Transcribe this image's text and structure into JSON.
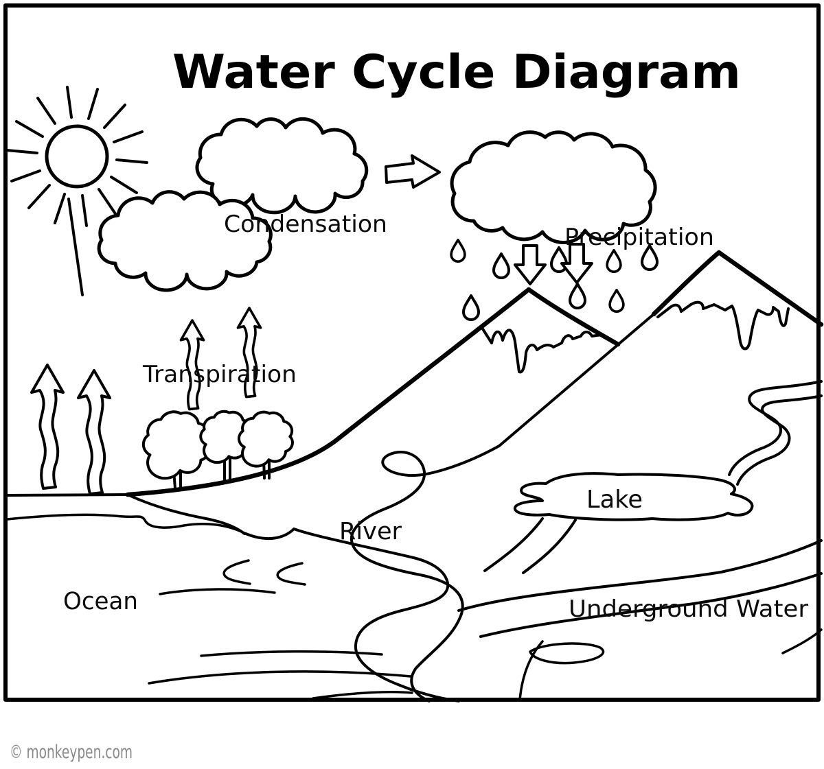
{
  "title": "Water Cycle Diagram",
  "labels": {
    "condensation": "Condensation",
    "precipitation": "Precipitation",
    "transpiration": "Transpiration",
    "river": "River",
    "lake": "Lake",
    "ocean": "Ocean",
    "underground_water": "Underground Water"
  },
  "watermark": "© monkeypen.com",
  "colors": {
    "ink": "#000000",
    "paper": "#ffffff",
    "watermark_gray": "#8a8a8a"
  },
  "scene": {
    "type": "line-art diagram",
    "subject": "water cycle",
    "icons": [
      "sun-icon",
      "cloud-icon",
      "right-arrow-icon",
      "raindrop-icon",
      "down-arrow-icon",
      "wavy-up-arrow-icon",
      "tree-icon",
      "mountain",
      "river",
      "lake",
      "ocean",
      "underground-water"
    ]
  }
}
